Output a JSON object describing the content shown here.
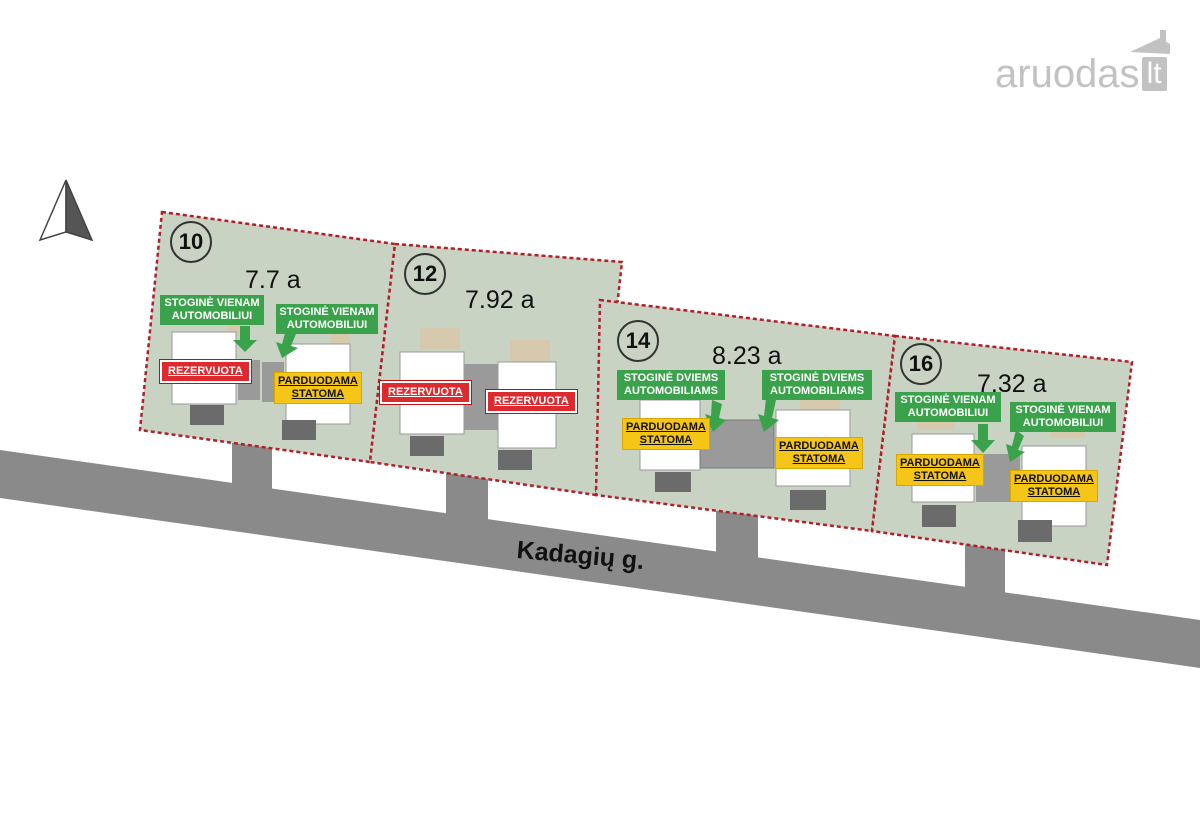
{
  "watermark": {
    "brand": "aruodas",
    "suffix": "lt"
  },
  "street": {
    "name": "Kadagių g."
  },
  "colors": {
    "plot_fill": "#c9d3c4",
    "plot_border": "#b0202a",
    "road": "#8a8a8a",
    "stogine_badge": "#3aa24a",
    "parduodama_badge": "#f5c518",
    "rezervuota_badge": "#dd2a2f"
  },
  "plots": [
    {
      "number": "10",
      "area": "7.7 a",
      "stogine_left": "STOGINĖ VIENAM AUTOMOBILIUI",
      "stogine_right": "STOGINĖ VIENAM AUTOMOBILIUI",
      "unit_left": {
        "status": "REZERVUOTA"
      },
      "unit_right": {
        "status": "PARDUODAMA",
        "sub": "STATOMA"
      }
    },
    {
      "number": "12",
      "area": "7.92 a",
      "unit_left": {
        "status": "REZERVUOTA"
      },
      "unit_right": {
        "status": "REZERVUOTA"
      }
    },
    {
      "number": "14",
      "area": "8.23 a",
      "stogine_left": "STOGINĖ DVIEMS AUTOMOBILIAMS",
      "stogine_right": "STOGINĖ DVIEMS AUTOMOBILIAMS",
      "unit_left": {
        "status": "PARDUODAMA",
        "sub": "STATOMA"
      },
      "unit_right": {
        "status": "PARDUODAMA",
        "sub": "STATOMA"
      }
    },
    {
      "number": "16",
      "area": "7.32 a",
      "stogine_left": "STOGINĖ VIENAM AUTOMOBILIUI",
      "stogine_right": "STOGINĖ VIENAM AUTOMOBILIUI",
      "unit_left": {
        "status": "PARDUODAMA",
        "sub": "STATOMA"
      },
      "unit_right": {
        "status": "PARDUODAMA",
        "sub": "STATOMA"
      }
    }
  ]
}
